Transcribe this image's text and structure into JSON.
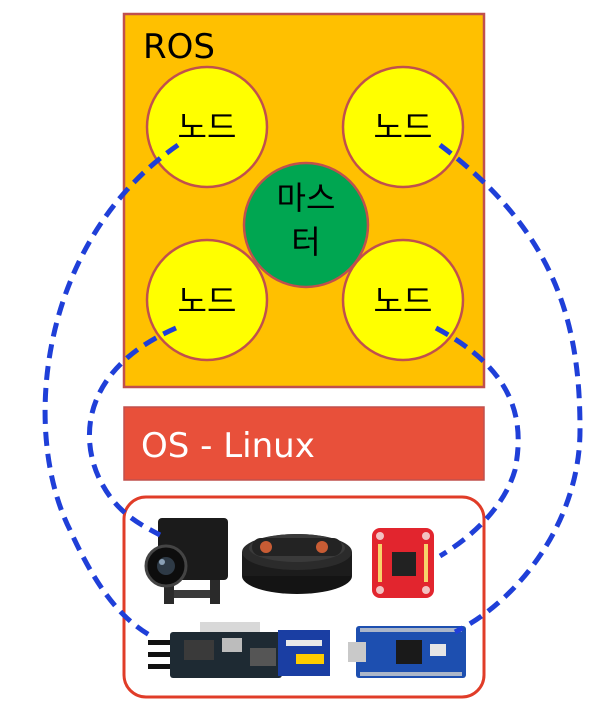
{
  "ros": {
    "label": "ROS",
    "nodes": [
      {
        "label": "노드"
      },
      {
        "label": "노드"
      },
      {
        "label": "노드"
      },
      {
        "label": "노드"
      }
    ],
    "master": {
      "line1": "마스",
      "line2": "터"
    }
  },
  "os": {
    "label": "OS - Linux"
  },
  "hardware": {
    "devices": [
      {
        "icon": "camera-module-icon"
      },
      {
        "icon": "lidar-sensor-icon"
      },
      {
        "icon": "imu-board-icon"
      },
      {
        "icon": "motor-driver-board-icon"
      },
      {
        "icon": "arduino-nano-board-icon"
      }
    ]
  },
  "colors": {
    "ros_fill": "#FFC000",
    "ros_border": "#C0504D",
    "node_fill": "#FFFF00",
    "node_border": "#C0504D",
    "master_fill": "#00A651",
    "os_fill": "#E8503A",
    "hardware_border": "#E03C28",
    "link": "#1F3FD8"
  }
}
